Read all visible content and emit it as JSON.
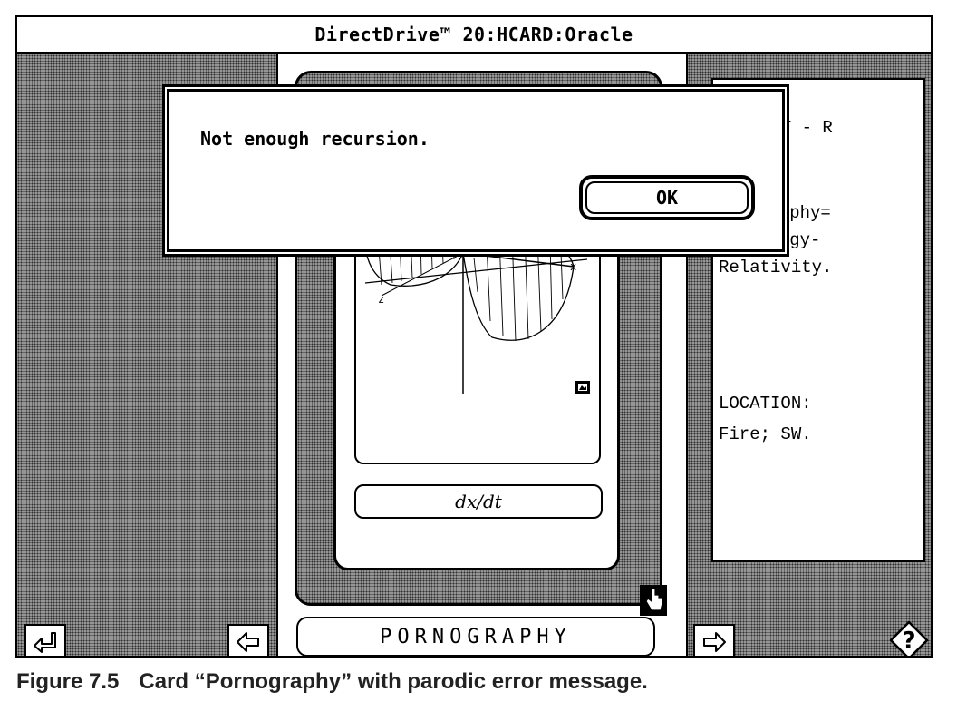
{
  "window": {
    "title": "DirectDrive™ 20:HCARD:Oracle"
  },
  "card": {
    "figure_axis_labels": {
      "z": "z",
      "x": "x"
    },
    "formula": "dx/dt",
    "bottom_label": "PORNOGRAPHY"
  },
  "notes": {
    "lines": [
      "= T - R",
      "graphy=",
      "ology-",
      "Relativity.",
      "LOCATION:",
      "Fire; SW."
    ]
  },
  "dialog": {
    "message": "Not enough recursion.",
    "ok_label": "OK"
  },
  "nav": {
    "return_icon": "return-arrow-icon",
    "prev_icon": "left-arrow-icon",
    "next_icon": "right-arrow-icon",
    "help_icon": "help-question-icon",
    "help_glyph": "?"
  },
  "caption": {
    "number": "Figure 7.5",
    "text": "Card “Pornography” with parodic error message."
  }
}
